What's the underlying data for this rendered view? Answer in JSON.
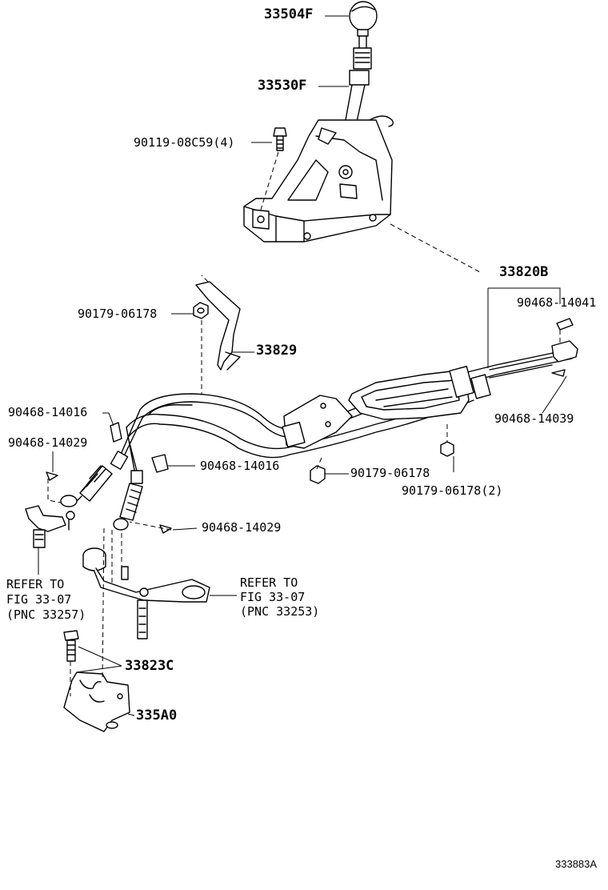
{
  "diagram": {
    "figure_code": "333883A",
    "colors": {
      "ink": "#000000",
      "background": "#ffffff"
    },
    "parts": [
      {
        "id": "knob",
        "label": "33504F"
      },
      {
        "id": "shift-lever",
        "label": "33530F"
      },
      {
        "id": "lever-bolt",
        "label": "90119-08C59(4)"
      },
      {
        "id": "cable-assy",
        "label": "33820B"
      },
      {
        "id": "clip-top-right",
        "label": "90468-14041"
      },
      {
        "id": "nut-bracket",
        "label": "90179-06178"
      },
      {
        "id": "cable-bracket",
        "label": "33829"
      },
      {
        "id": "clip-right",
        "label": "90468-14039"
      },
      {
        "id": "clip-left-upper",
        "label": "90468-14016"
      },
      {
        "id": "clip-left-lower",
        "label": "90468-14029"
      },
      {
        "id": "clip-mid-upper",
        "label": "90468-14016"
      },
      {
        "id": "nut-center",
        "label": "90179-06178"
      },
      {
        "id": "nut-right",
        "label": "90179-06178(2)"
      },
      {
        "id": "clip-mid-lower",
        "label": "90468-14029"
      },
      {
        "id": "bolt-bottom",
        "label": "33823C"
      },
      {
        "id": "bracket-bottom",
        "label": "335A0"
      }
    ],
    "refs": [
      {
        "id": "left",
        "lines": [
          "REFER TO",
          "FIG 33-07",
          "(PNC 33257)"
        ]
      },
      {
        "id": "right",
        "lines": [
          "REFER TO",
          "FIG 33-07",
          "(PNC 33253)"
        ]
      }
    ]
  }
}
